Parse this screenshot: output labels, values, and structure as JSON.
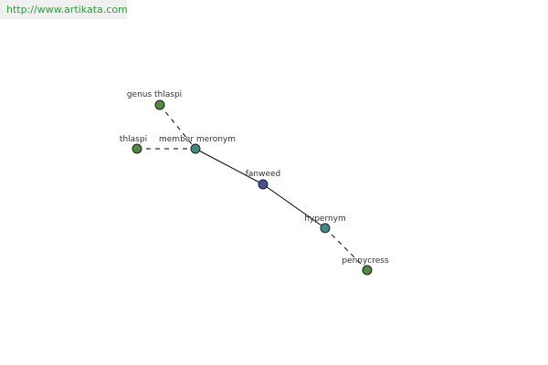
{
  "watermark": {
    "text": "http://www.artikata.com"
  },
  "graph": {
    "nodes": {
      "genus_thlaspi": {
        "label": "genus thlaspi",
        "color": "#4f8a3e"
      },
      "thlaspi": {
        "label": "thlaspi",
        "color": "#4f8a3e"
      },
      "member_meronym": {
        "label": "member meronym",
        "color": "#3f8c86"
      },
      "fanweed": {
        "label": "fanweed",
        "color": "#4a4f9a"
      },
      "hypernym": {
        "label": "hypernym",
        "color": "#3f8c86"
      },
      "pennycress": {
        "label": "pennycress",
        "color": "#4f8a3e"
      }
    },
    "edges": [
      {
        "from": "genus_thlaspi",
        "to": "member_meronym",
        "style": "dashed"
      },
      {
        "from": "thlaspi",
        "to": "member_meronym",
        "style": "dashed"
      },
      {
        "from": "member_meronym",
        "to": "fanweed",
        "style": "solid"
      },
      {
        "from": "fanweed",
        "to": "hypernym",
        "style": "solid"
      },
      {
        "from": "hypernym",
        "to": "pennycress",
        "style": "dashed"
      }
    ]
  }
}
